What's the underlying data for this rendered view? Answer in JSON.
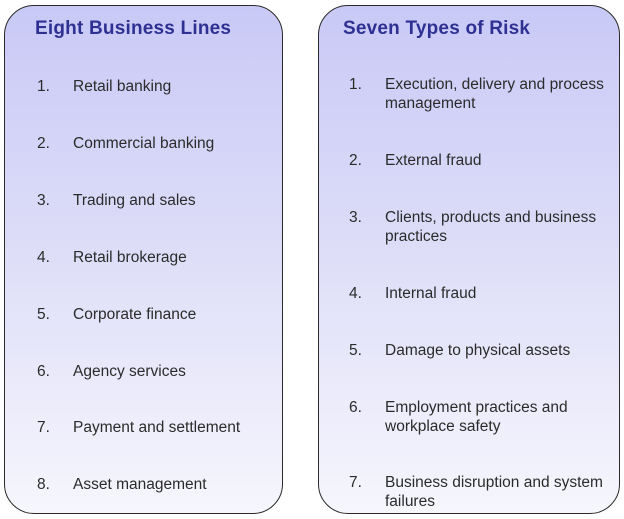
{
  "business_lines": {
    "title": "Eight Business Lines",
    "items": [
      {
        "number": "1.",
        "label": "Retail banking"
      },
      {
        "number": "2.",
        "label": "Commercial banking"
      },
      {
        "number": "3.",
        "label": "Trading and sales"
      },
      {
        "number": "4.",
        "label": "Retail brokerage"
      },
      {
        "number": "5.",
        "label": "Corporate finance"
      },
      {
        "number": "6.",
        "label": "Agency services"
      },
      {
        "number": "7.",
        "label": "Payment and settlement"
      },
      {
        "number": "8.",
        "label": "Asset management"
      }
    ]
  },
  "risk_types": {
    "title": "Seven Types of Risk",
    "items": [
      {
        "number": "1.",
        "label": "Execution, delivery and process management"
      },
      {
        "number": "2.",
        "label": "External fraud"
      },
      {
        "number": "3.",
        "label": "Clients, products and business practices"
      },
      {
        "number": "4.",
        "label": "Internal fraud"
      },
      {
        "number": "5.",
        "label": "Damage to physical assets"
      },
      {
        "number": "6.",
        "label": "Employment practices and workplace safety"
      },
      {
        "number": "7.",
        "label": "Business disruption and system failures"
      }
    ]
  },
  "colors": {
    "title": "#2e3192",
    "panel_top": "#c9c9f7",
    "panel_bottom": "#f6f6fd",
    "border": "#2a2a2a"
  }
}
